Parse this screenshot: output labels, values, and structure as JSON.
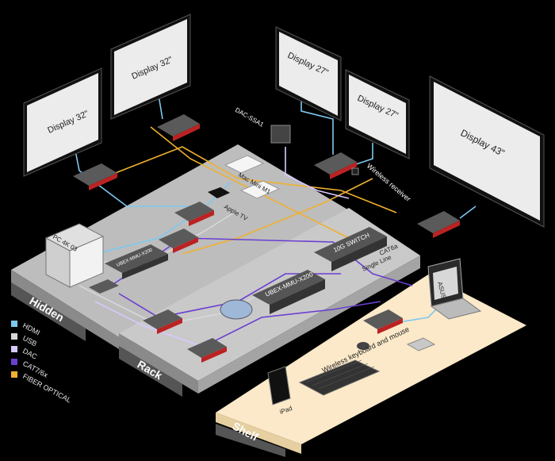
{
  "zones": {
    "hidden": "Hidden",
    "rack": "Rack",
    "shelf": "Shelf"
  },
  "displays": {
    "d1": "Display 32\"",
    "d2": "Display 32\"",
    "d3": "Display 27\"",
    "d4": "Display 27\"",
    "d5": "Display 43\""
  },
  "devices": {
    "pc": "PC 4K 03",
    "mac_mini": "Mac Mini M1",
    "apple_tv": "Apple TV",
    "dac": "DAC-SSA1",
    "wireless_receiver": "Wireless receiver",
    "switch": "10G SWITCH",
    "matrix": "UBEX-MMU-X200",
    "extender_rack": "UBEX-MMU-X200",
    "ipad": "iPad",
    "keyboard_mouse": "Wireless keyboard and mouse",
    "laptop": "ASUS"
  },
  "cable_labels": {
    "cat6a": "CAT6a",
    "single_line": "Single Line"
  },
  "legend": [
    {
      "label": "HDMI",
      "color": "#7ec8f0"
    },
    {
      "label": "USB",
      "color": "#d8d8d8"
    },
    {
      "label": "DAC",
      "color": "#d9c8ff"
    },
    {
      "label": "CAT7/6x",
      "color": "#6a3fd0"
    },
    {
      "label": "FIBER OPTICAL",
      "color": "#f0b030"
    }
  ]
}
